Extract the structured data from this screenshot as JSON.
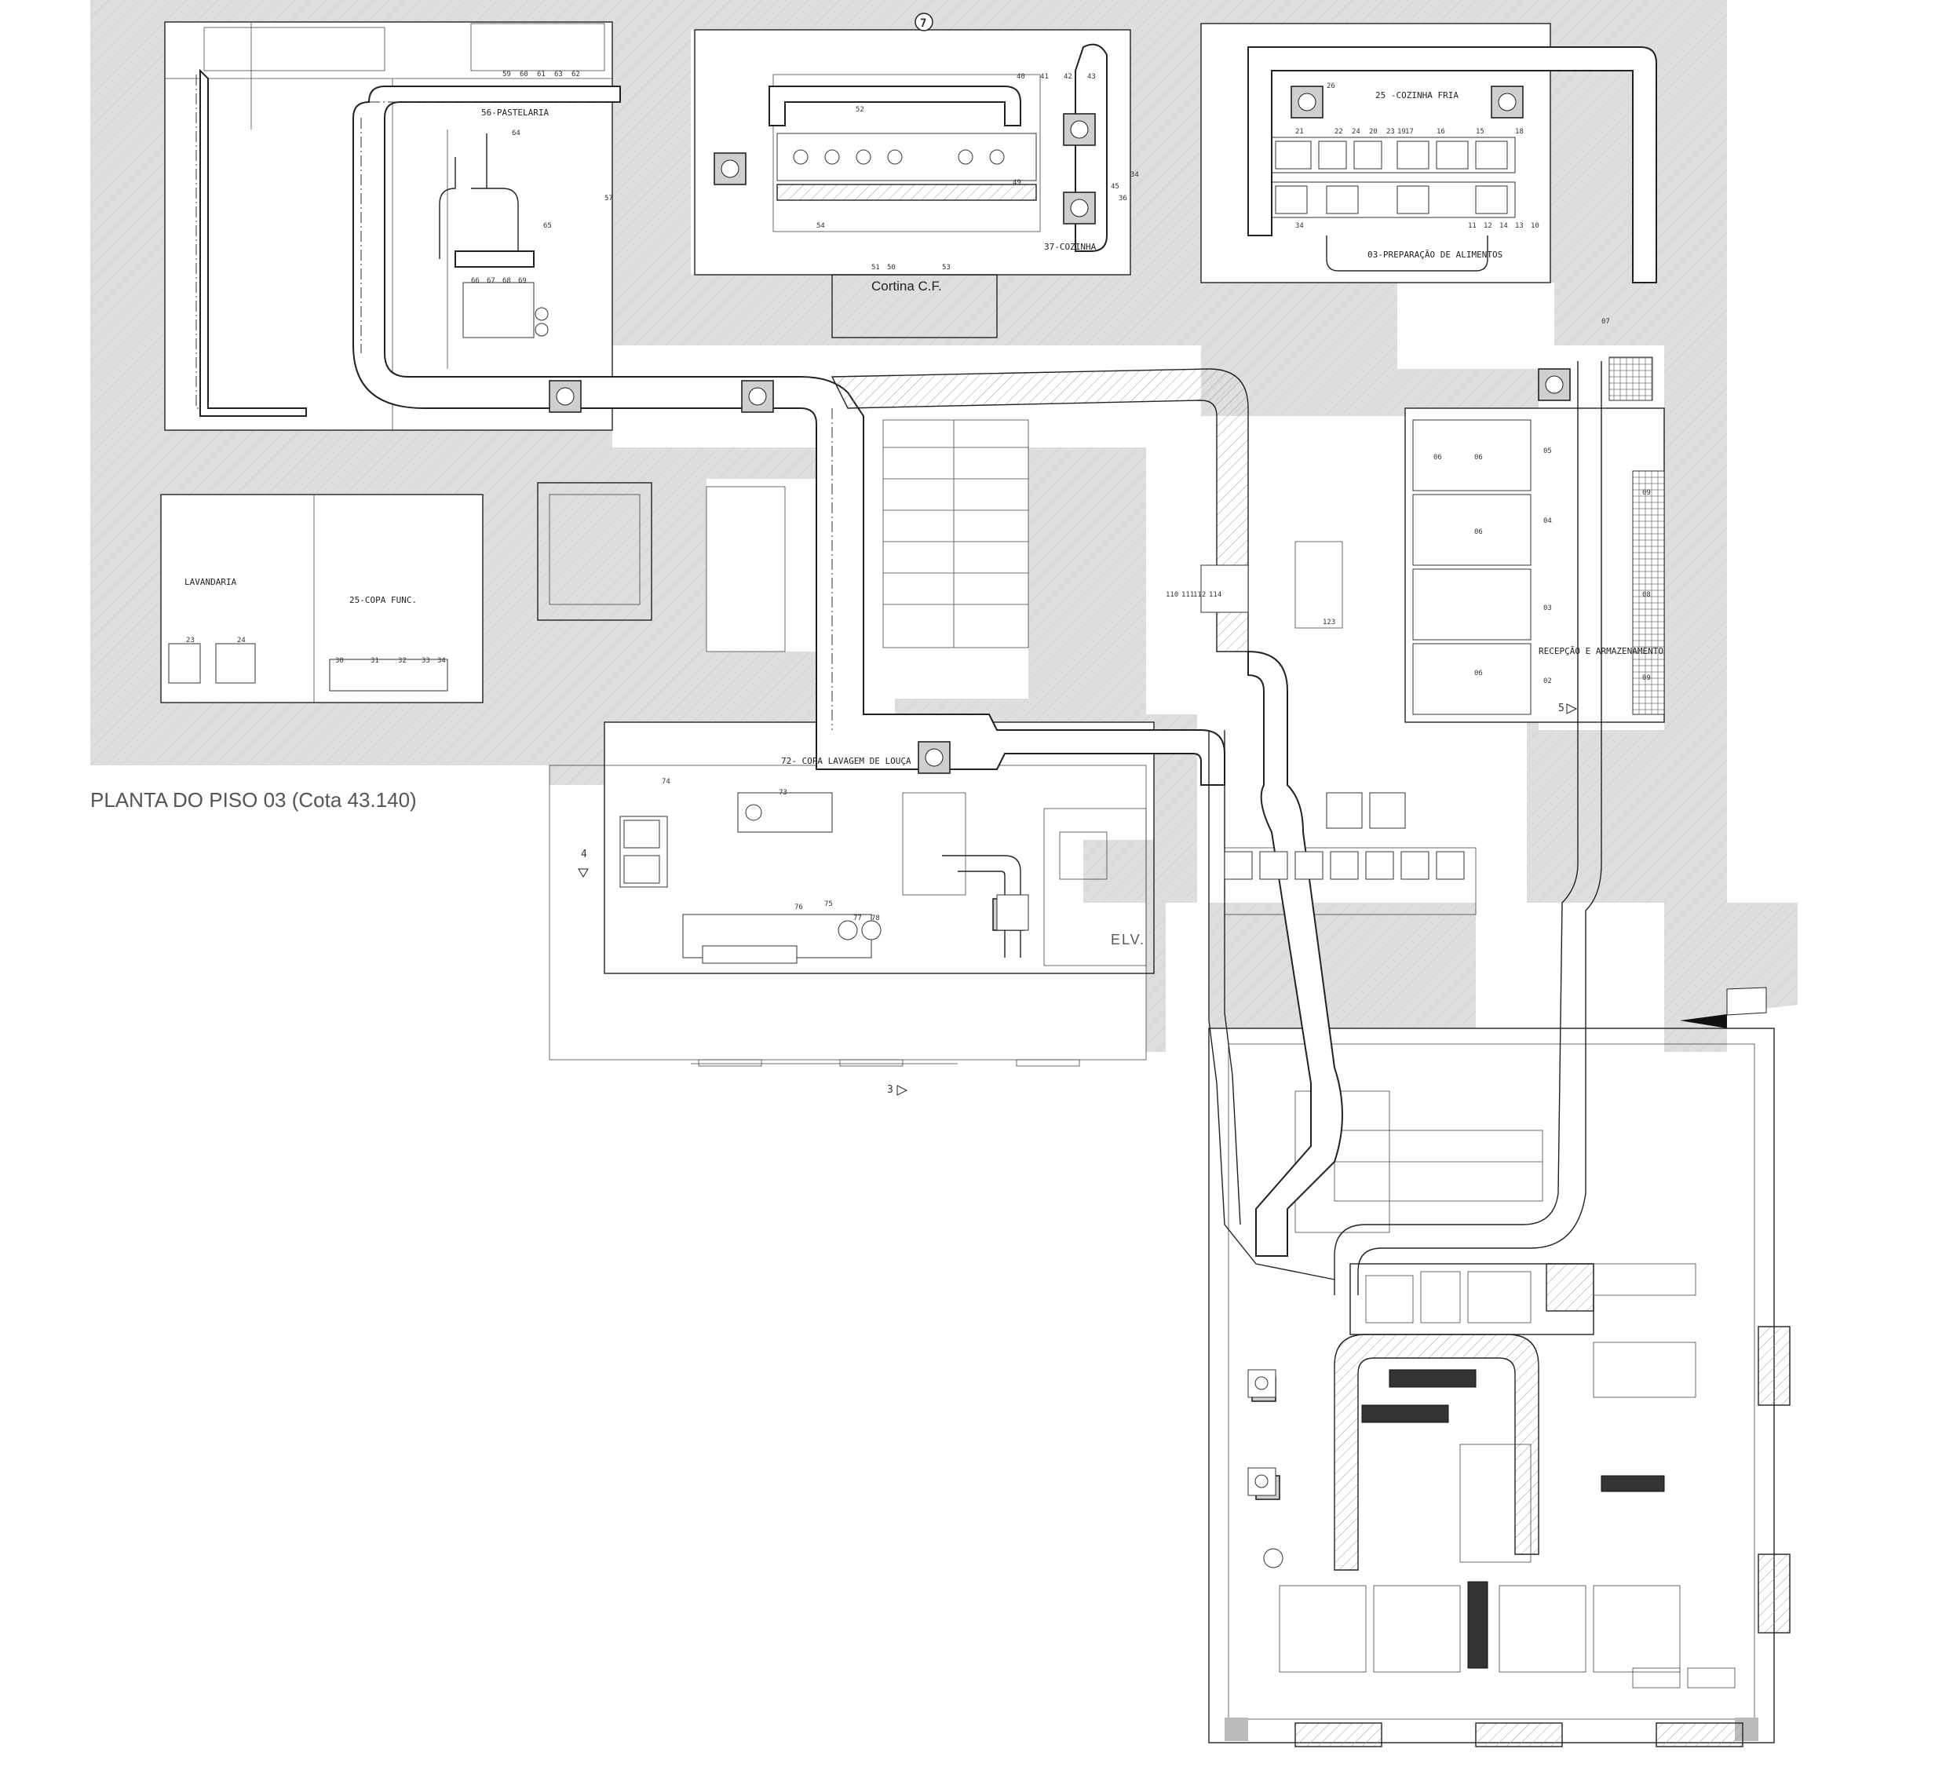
{
  "plan": {
    "title": "PLANTA DO PISO 03 (Cota 43.140)",
    "section_marker": "7",
    "section_3": "3",
    "section_4": "4",
    "section_5": "5"
  },
  "rooms": {
    "pastelaria": "56-PASTELARIA",
    "cozinha": "37-COZINHA",
    "cozinha_fria": "25 -COZINHA FRIA",
    "preparacao": "03-PREPARAÇÃO DE ALIMENTOS",
    "lavandaria": "LAVANDARIA",
    "copa_func": "25-COPA FUNC.",
    "copa_lavagem": "72- COPA LAVAGEM DE LOUÇA",
    "recepcao": "RECEPÇÃO E ARMAZENAMENTO",
    "cortina": "Cortina C.F.",
    "elevador": "ELV."
  },
  "equipment_numbers": {
    "pastelaria_row": [
      "59",
      "60",
      "61",
      "63",
      "62"
    ],
    "pastelaria_mid": [
      "57",
      "64",
      "65",
      "66",
      "67",
      "68",
      "69"
    ],
    "cozinha_row": [
      "52",
      "40",
      "41",
      "42",
      "43",
      "45",
      "54",
      "36",
      "34",
      "49"
    ],
    "cortina_nums": [
      "51",
      "50",
      "53"
    ],
    "cozinha_fria_row": [
      "26",
      "21",
      "22",
      "24",
      "20",
      "23",
      "19",
      "17",
      "16",
      "15",
      "18"
    ],
    "cozinha_fria_low": [
      "34",
      "11",
      "12",
      "14",
      "13",
      "10",
      "07"
    ],
    "recepcao_nums": [
      "06",
      "06",
      "05",
      "04",
      "06",
      "03",
      "06",
      "02",
      "09",
      "08",
      "09"
    ],
    "lavandaria_nums": [
      "23",
      "24"
    ],
    "copa_func_nums": [
      "30",
      "31",
      "32",
      "33",
      "34"
    ],
    "copa_lavagem_nums": [
      "74",
      "73",
      "75",
      "77",
      "78",
      "76"
    ],
    "central_nums": [
      "110",
      "111",
      "112",
      "114",
      "123"
    ]
  },
  "colors": {
    "wall_fill": "#e3e3e3",
    "line": "#222222",
    "diffuser": "#cfcfcf"
  }
}
